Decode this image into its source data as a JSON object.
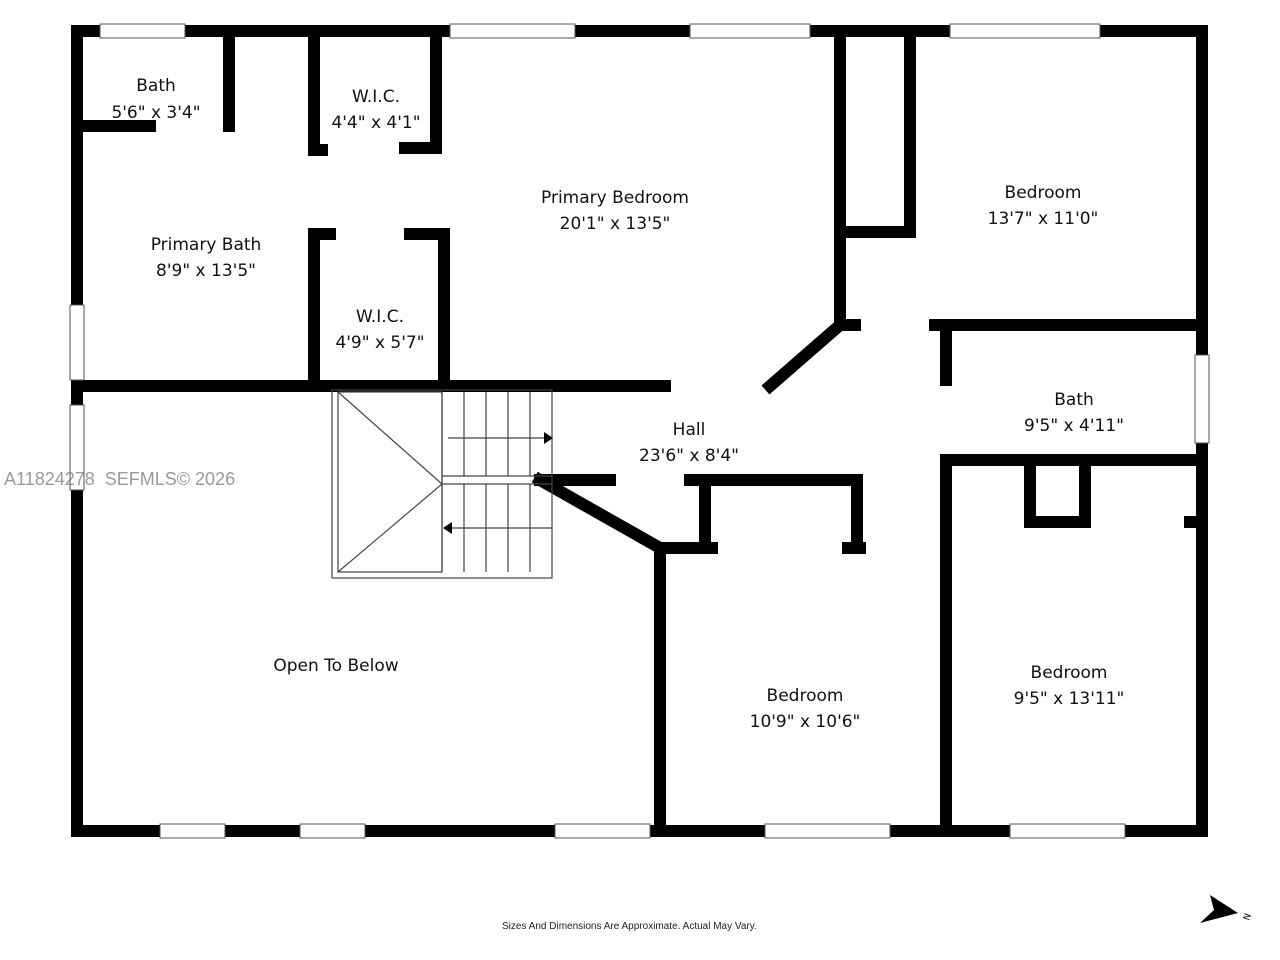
{
  "rooms": [
    {
      "name": "Bath",
      "dims": "5'6\" x 3'4\""
    },
    {
      "name": "W.I.C.",
      "dims": "4'4\" x 4'1\""
    },
    {
      "name": "Primary Bedroom",
      "dims": "20'1\" x 13'5\""
    },
    {
      "name": "Bedroom",
      "dims": "13'7\" x 11'0\""
    },
    {
      "name": "Primary Bath",
      "dims": "8'9\" x 13'5\""
    },
    {
      "name": "W.I.C.",
      "dims": "4'9\" x 5'7\""
    },
    {
      "name": "Hall",
      "dims": "23'6\" x 8'4\""
    },
    {
      "name": "Bath",
      "dims": "9'5\" x 4'11\""
    },
    {
      "name": "Open To Below",
      "dims": ""
    },
    {
      "name": "Bedroom",
      "dims": "10'9\" x 10'6\""
    },
    {
      "name": "Bedroom",
      "dims": "9'5\" x 13'11\""
    }
  ],
  "watermark": "A11824278  SEFMLS© 2026",
  "disclaimer": "Sizes And Dimensions Are Approximate. Actual May Vary.",
  "compass": {
    "icon": "north-arrow-icon",
    "label": "N"
  },
  "colors": {
    "wall": "#000000",
    "background": "#ffffff"
  }
}
